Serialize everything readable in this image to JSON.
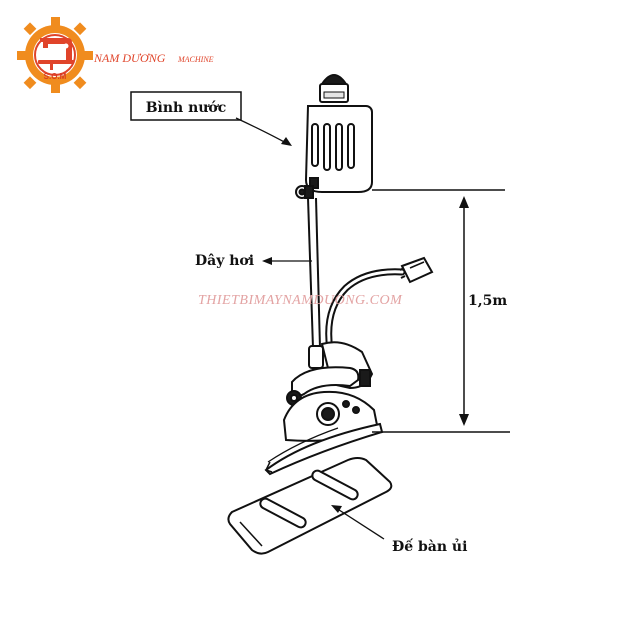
{
  "logo": {
    "brand_name": "NAM DƯƠNG",
    "brand_tag": "MACHINE",
    "emblem_text": "S.O.M"
  },
  "labels": {
    "water_bottle": "Bình nước",
    "steam_hose": "Dây hơi",
    "height": "1,5m",
    "iron_base": "Đế bàn ủi"
  },
  "watermark": "THIETBIMAYNAMDUONG.COM",
  "colors": {
    "brand_orange": "#f08c1e",
    "brand_red": "#e0442a",
    "watermark": "#e3a3a3",
    "line": "#111111"
  }
}
